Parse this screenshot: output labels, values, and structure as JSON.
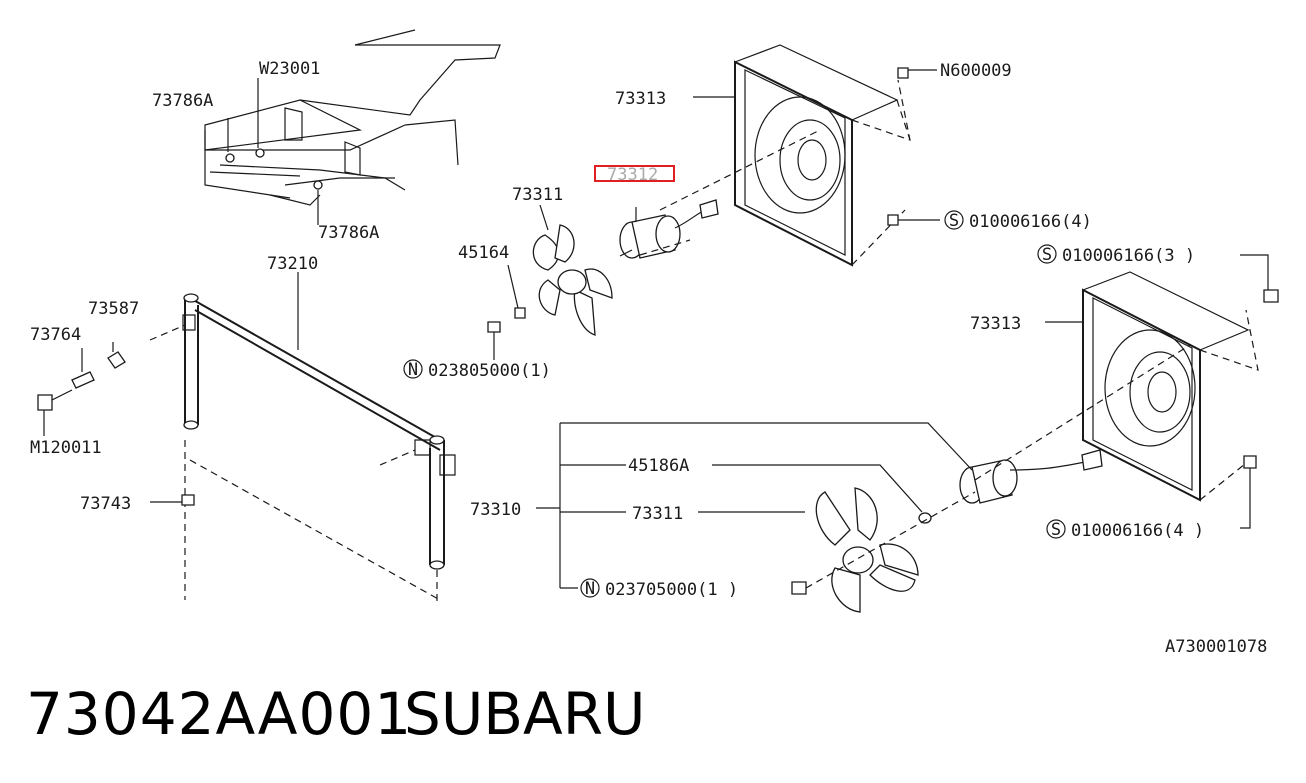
{
  "diagram_code": "A730001078",
  "footer": {
    "part_number": "73042AA001",
    "brand": "SUBARU"
  },
  "colors": {
    "line": "#1a1a1a",
    "highlight": "#e02020"
  },
  "highlighted_callout": "73312",
  "callouts": {
    "c_73786A_top": "73786A",
    "c_W23001": "W23001",
    "c_73786A_bottom": "73786A",
    "c_73210": "73210",
    "c_73587": "73587",
    "c_73764": "73764",
    "c_M120011": "M120011",
    "c_73743": "73743",
    "c_73311_upper": "73311",
    "c_45164": "45164",
    "c_023805000": "023805000(1)",
    "c_73312": "73312",
    "c_73313_upper": "73313",
    "c_N600009": "N600009",
    "c_010006166_4_upper": "010006166(4)",
    "c_010006166_3": "010006166(3 )",
    "c_73313_lower": "73313",
    "c_45186A": "45186A",
    "c_73310": "73310",
    "c_73311_lower": "73311",
    "c_023705000": "023705000(1 )",
    "c_010006166_4_lower": "010006166(4 )"
  },
  "prefix_badges": {
    "n": "N",
    "s": "S"
  }
}
